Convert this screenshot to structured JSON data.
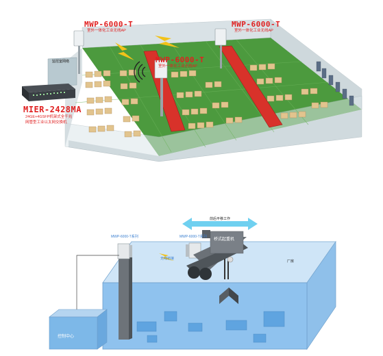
{
  "top_diagram": {
    "ap_left": {
      "model": "MWP-6000-T",
      "desc": "室外一体化工业无线AP"
    },
    "ap_right": {
      "model": "MWP-6000-T",
      "desc": "室外一体化工业无线AP"
    },
    "ap_center": {
      "model": "MWP-6000-T",
      "desc": "室外一体化工业无线AP"
    },
    "monitor_room": "监控室网络",
    "switch": {
      "model": "MIER-2428MA",
      "desc_line1": "24GE+4GSFP机架式全千兆",
      "desc_line2": "网管型工业以太网交换机"
    }
  },
  "bottom_diagram": {
    "motion_label": "前后平移工作",
    "ap_left_label": "MWP-6000-T系列",
    "ap_right_label": "MWP-6000-T系列",
    "wireless_label": "无线桥接",
    "crane_label": "桥式起重机",
    "factory_label": "厂房",
    "control_center": "控制中心"
  },
  "colors": {
    "accent_red": "#e02020",
    "floor_green": "#4c9a3e",
    "water_blue": "#7fb6e6",
    "bolt_yellow": "#f2c21a",
    "arrow_cyan": "#6fd0f0"
  },
  "icons": [
    "lightning-bolt-icon",
    "wifi-signal-icon",
    "server-switch-icon",
    "double-arrow-icon"
  ]
}
